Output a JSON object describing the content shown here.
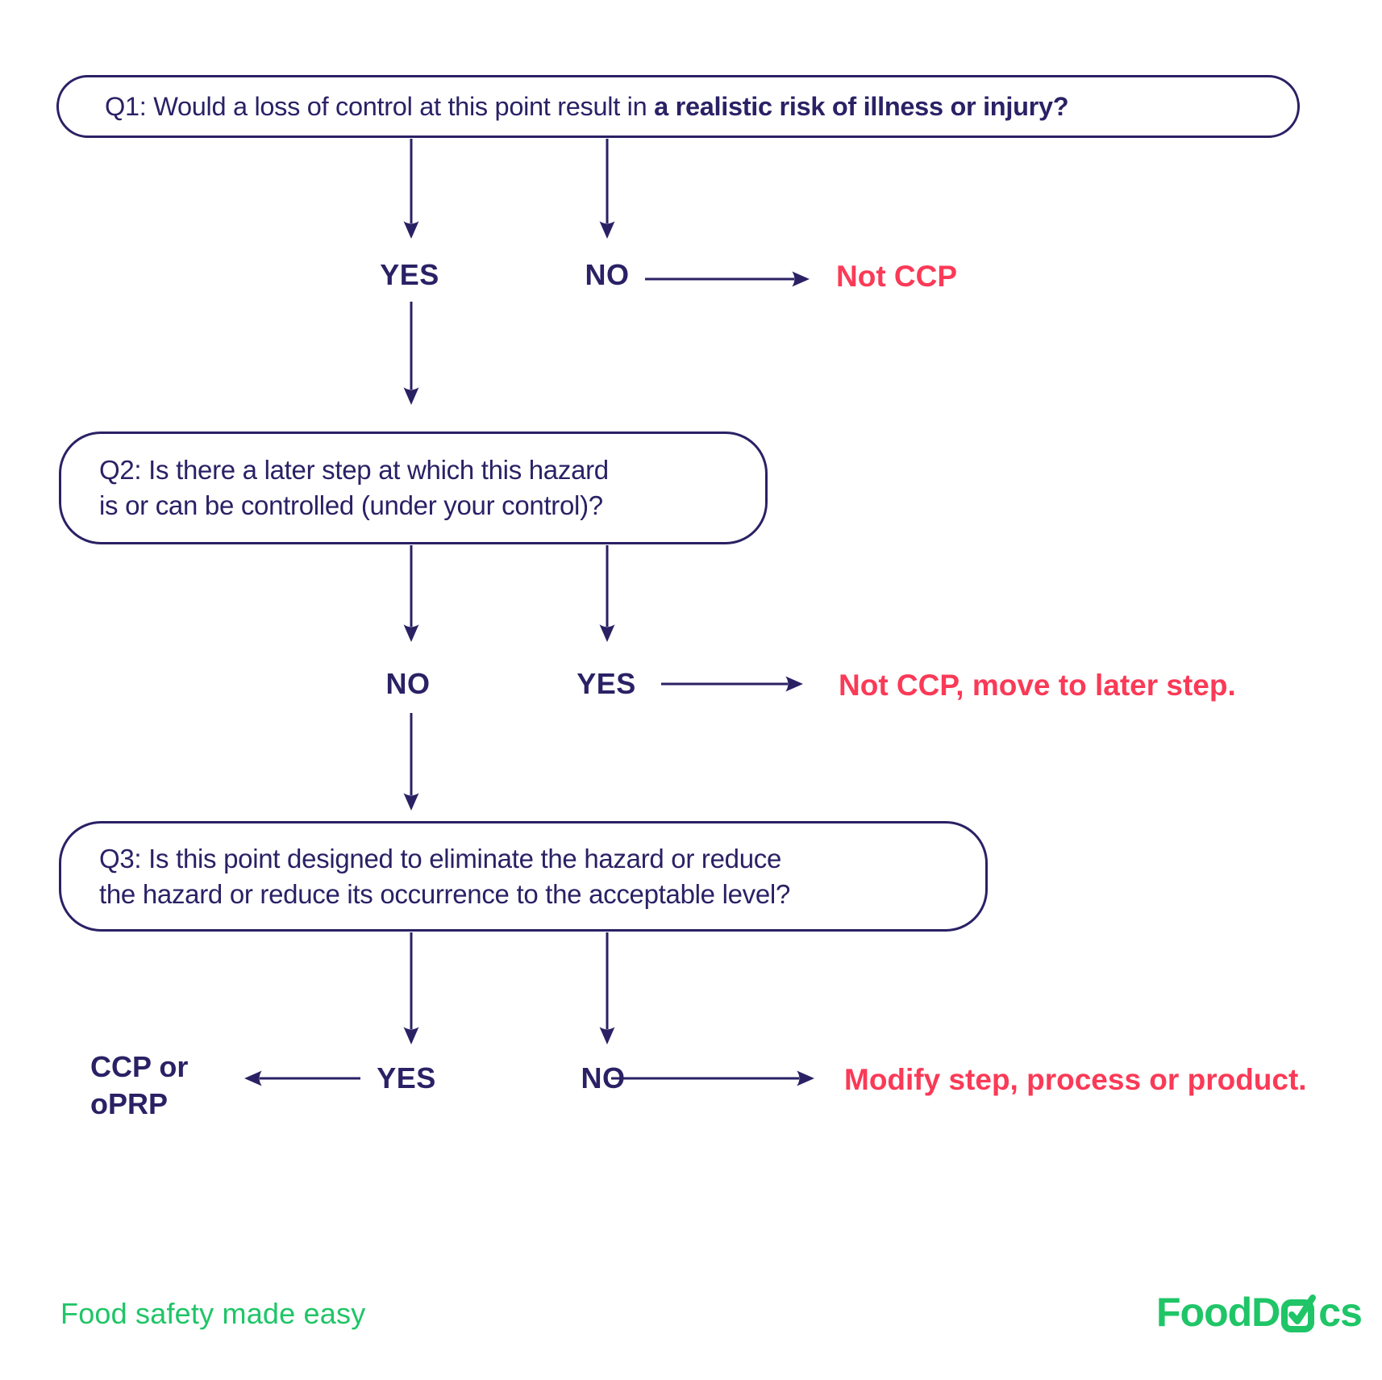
{
  "colors": {
    "navy": "#2A2165",
    "red": "#FA3A57",
    "green": "#1FC567"
  },
  "flow": {
    "q1": {
      "text_regular": "Q1: Would a loss of control at this point result in ",
      "text_bold": "a realistic risk of illness or injury?"
    },
    "q2": {
      "line1": "Q2: Is there a later step at which this hazard",
      "line2": "is or can be controlled (under your control)?"
    },
    "q3": {
      "line1": "Q3: Is this point designed to eliminate the hazard or reduce",
      "line2": "the hazard or reduce its occurrence to the acceptable level?"
    },
    "row1": {
      "left_label": "YES",
      "right_label": "NO",
      "outcome": "Not CCP"
    },
    "row2": {
      "left_label": "NO",
      "right_label": "YES",
      "outcome": "Not CCP, move to later step."
    },
    "row3": {
      "left_label": "YES",
      "right_label": "NO",
      "outcome": "Modify step, process or product.",
      "left_result_line1": "CCP or",
      "left_result_line2": "oPRP"
    }
  },
  "footer": {
    "tagline": "Food safety made easy",
    "logo_part1": "FoodD",
    "logo_part2": "cs"
  }
}
